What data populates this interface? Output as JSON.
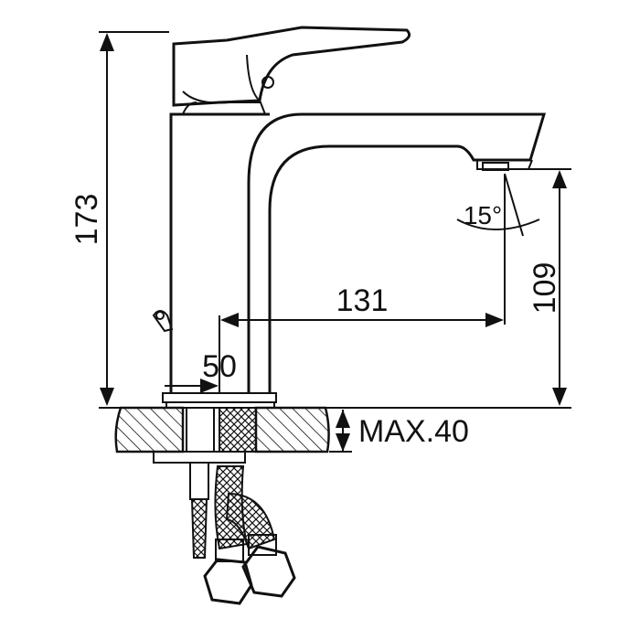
{
  "drawing": {
    "dimensions": {
      "overall_height": "173",
      "spout_height": "109",
      "spout_reach": "131",
      "base_offset": "50",
      "spout_angle": "15°",
      "max_counter_thickness": "MAX.40"
    },
    "colors": {
      "line": "#111111",
      "background": "#ffffff"
    }
  }
}
